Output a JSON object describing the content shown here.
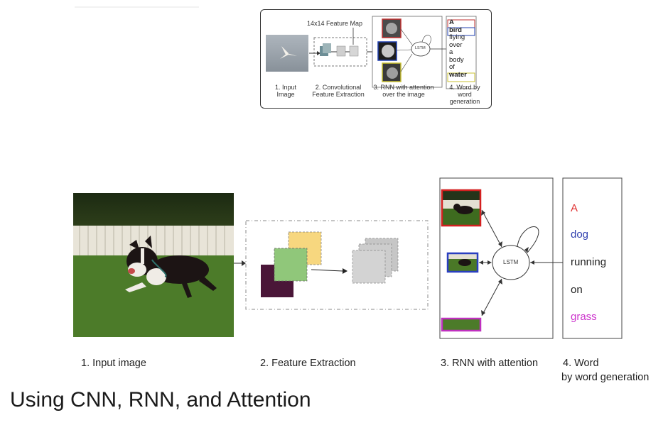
{
  "top_diagram": {
    "feature_map_label": "14x14 Feature Map",
    "lstm_label": "LSTM",
    "steps": [
      {
        "line1": "1. Input",
        "line2": "Image"
      },
      {
        "line1": "2. Convolutional",
        "line2": "Feature Extraction"
      },
      {
        "line1": "3. RNN with attention",
        "line2": "over the image"
      },
      {
        "line1": "4. Word by",
        "line2": "word",
        "line3": "generation"
      }
    ],
    "words": [
      "A",
      "bird",
      "flying",
      "over",
      "a",
      "body",
      "of",
      "water"
    ]
  },
  "main_diagram": {
    "lstm_label": "LSTM",
    "words": [
      {
        "text": "A",
        "color": "#e03030"
      },
      {
        "text": "dog",
        "color": "#2f3fae"
      },
      {
        "text": "running",
        "color": "#222222"
      },
      {
        "text": "on",
        "color": "#222222"
      },
      {
        "text": "grass",
        "color": "#cc33cc"
      }
    ],
    "captions": {
      "input": "1. Input image",
      "features": "2. Feature Extraction",
      "rnn": "3. RNN with attention",
      "word_line1": "4. Word",
      "word_line2": "by word generation"
    },
    "attention_colors": [
      "#d42020",
      "#2a3fc0",
      "#c030c0"
    ]
  },
  "heading": "Using CNN, RNN, and Attention"
}
